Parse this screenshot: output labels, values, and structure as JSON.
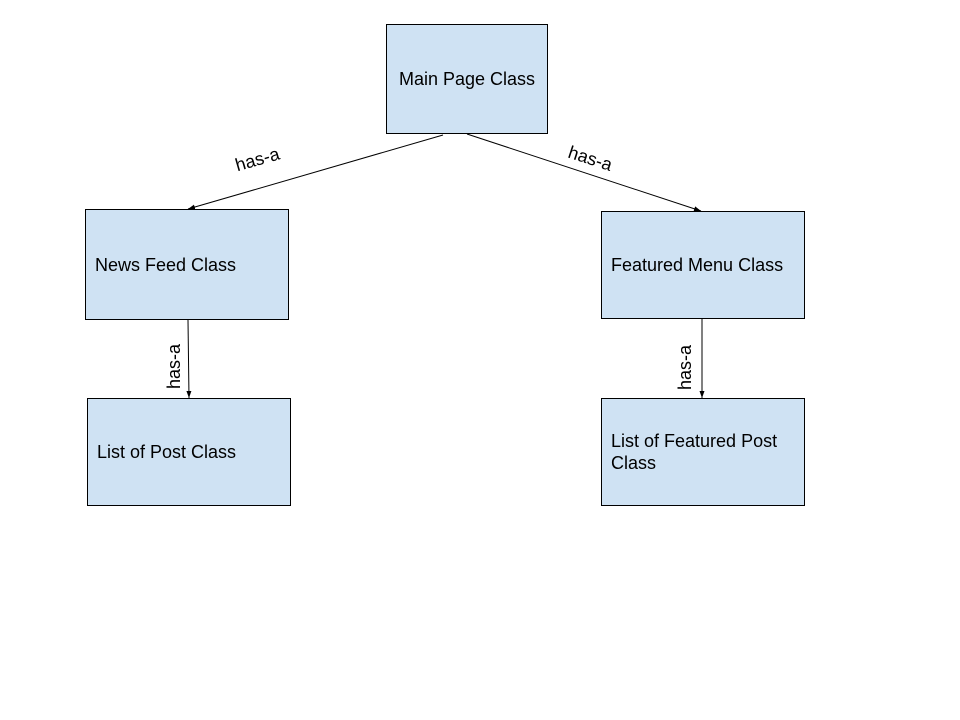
{
  "diagram": {
    "nodes": [
      {
        "id": "main-page",
        "label": "Main Page Class"
      },
      {
        "id": "news-feed",
        "label": "News Feed Class"
      },
      {
        "id": "featured-menu",
        "label": "Featured Menu Class"
      },
      {
        "id": "list-of-post",
        "label": "List of Post Class"
      },
      {
        "id": "list-of-featured-post",
        "label": "List of Featured Post Class"
      }
    ],
    "edges": [
      {
        "from": "main-page",
        "to": "news-feed",
        "label": "has-a"
      },
      {
        "from": "main-page",
        "to": "featured-menu",
        "label": "has-a"
      },
      {
        "from": "news-feed",
        "to": "list-of-post",
        "label": "has-a"
      },
      {
        "from": "featured-menu",
        "to": "list-of-featured-post",
        "label": "has-a"
      }
    ],
    "colors": {
      "node_fill": "#cfe2f3",
      "stroke": "#000000"
    }
  }
}
